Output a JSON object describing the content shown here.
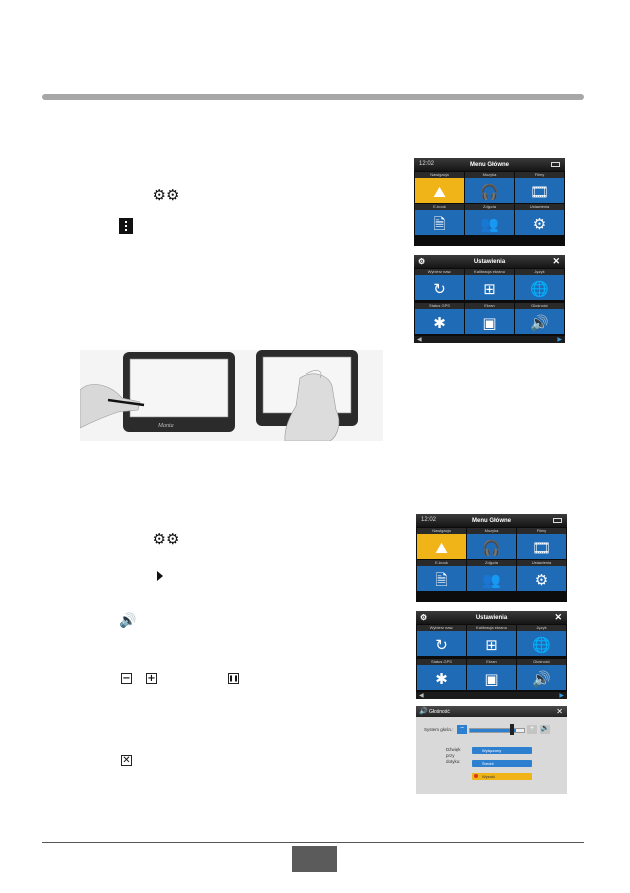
{
  "icons": {
    "gear": "gear-icon",
    "vertical_dots": "vertical-menu-icon",
    "arrow_right": "arrow-right-icon",
    "speaker": "speaker-icon",
    "minus": "minus-icon",
    "plus": "plus-icon",
    "pause": "pause-icon",
    "close": "close-box-icon"
  },
  "glyphs": {
    "minus": "−",
    "plus": "+",
    "pause": "❚❚",
    "close": "✕"
  },
  "main_menu": {
    "clock": "12:02",
    "title": "Menu Główne",
    "tiles": [
      {
        "label": "Nawigacja",
        "icon": "⛰",
        "active": true
      },
      {
        "label": "Muzyka",
        "icon": "🎧",
        "active": false
      },
      {
        "label": "Filmy",
        "icon": "🎞",
        "active": false
      },
      {
        "label": "E-book",
        "icon": "🗎",
        "active": false
      },
      {
        "label": "Zdjęcia",
        "icon": "👥",
        "active": false
      },
      {
        "label": "Ustawienia",
        "icon": "⚙",
        "active": false
      }
    ]
  },
  "settings_menu": {
    "title": "Ustawienia",
    "tiles": [
      {
        "label": "Wybierz naw.",
        "icon": "↻"
      },
      {
        "label": "Kalibracja ekranu",
        "icon": "⊞"
      },
      {
        "label": "Język",
        "icon": "🌐"
      },
      {
        "label": "Status GPS",
        "icon": "✱"
      },
      {
        "label": "Ekran",
        "icon": "▣"
      },
      {
        "label": "Głośność",
        "icon": "🔊"
      }
    ]
  },
  "volume_dialog": {
    "title": "Głośność",
    "system_label": "System głośn.:",
    "touch_label": "Dźwięk przy dotyku:",
    "options": [
      {
        "label": "Wyłączony",
        "color": "#2d7fcf"
      },
      {
        "label": "Średni",
        "color": "#2d7fcf"
      },
      {
        "label": "Wysoki",
        "color": "#f0b418"
      }
    ],
    "level": 0.85
  },
  "photo": {
    "device_brand": "Manta"
  }
}
